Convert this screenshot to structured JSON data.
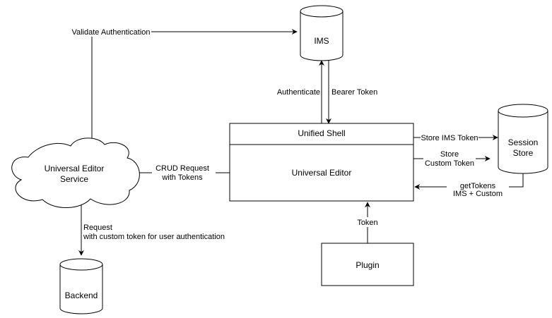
{
  "nodes": {
    "ims": "IMS",
    "unified_shell": "Unified Shell",
    "universal_editor": "Universal Editor",
    "session_store": [
      "Session",
      "Store"
    ],
    "ue_service": [
      "Universal Editor",
      "Service"
    ],
    "backend": "Backend",
    "plugin": "Plugin"
  },
  "edges": {
    "validate_authentication": "Validate Authentication",
    "authenticate": "Authenticate",
    "bearer_token": "Bearer Token",
    "store_ims_token": "Store IMS Token",
    "store_custom_token": [
      "Store",
      "Custom Token"
    ],
    "get_tokens": [
      "getTokens",
      "IMS + Custom"
    ],
    "crud_request": [
      "CRUD Request",
      "with Tokens"
    ],
    "request_custom_token": [
      "Request",
      "with custom token for user authentication"
    ],
    "token": "Token"
  },
  "colors": {
    "stroke": "#000000",
    "fill": "#ffffff",
    "text": "#000000"
  }
}
